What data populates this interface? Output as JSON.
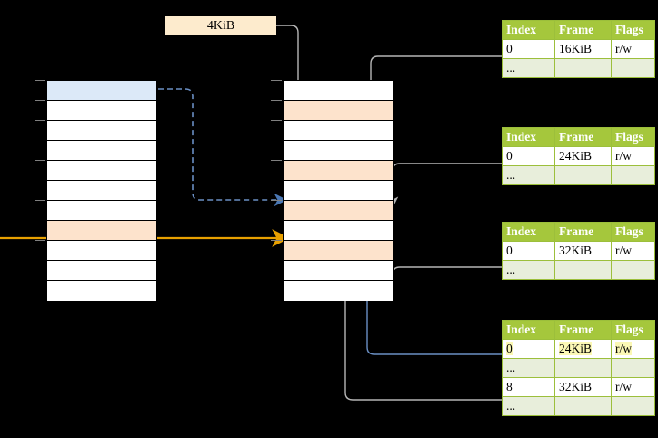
{
  "diagram": {
    "title": "",
    "page_size_label": "4KiB",
    "colors": {
      "header_green": "#a5c73c",
      "row_alt_green": "#e8eedb",
      "peach": "#fde3cc",
      "blue": "#dce9f8",
      "highlight_yellow": "#fbf8b5",
      "orange_arrow": "#e8a000",
      "blue_arrow": "#4a77b4",
      "gray_wire": "#b0b0b0",
      "background": "#000000"
    }
  },
  "left_column": {
    "name": "virtual-address-space",
    "row_count": 11,
    "rows": [
      {
        "index": 0,
        "fill": "blue",
        "label": ""
      },
      {
        "index": 1,
        "fill": "white",
        "label": ""
      },
      {
        "index": 2,
        "fill": "white",
        "label": ""
      },
      {
        "index": 3,
        "fill": "white",
        "label": ""
      },
      {
        "index": 4,
        "fill": "white",
        "label": ""
      },
      {
        "index": 5,
        "fill": "white",
        "label": ""
      },
      {
        "index": 6,
        "fill": "white",
        "label": ""
      },
      {
        "index": 7,
        "fill": "peach",
        "label": ""
      },
      {
        "index": 8,
        "fill": "white",
        "label": ""
      },
      {
        "index": 9,
        "fill": "white",
        "label": ""
      },
      {
        "index": 10,
        "fill": "white",
        "label": ""
      }
    ],
    "tick_rows": [
      0,
      1,
      2,
      4,
      6,
      8
    ]
  },
  "middle_column": {
    "name": "physical-memory",
    "row_count": 11,
    "rows": [
      {
        "index": 0,
        "fill": "white",
        "label": ""
      },
      {
        "index": 1,
        "fill": "peach",
        "label": ""
      },
      {
        "index": 2,
        "fill": "white",
        "label": ""
      },
      {
        "index": 3,
        "fill": "white",
        "label": ""
      },
      {
        "index": 4,
        "fill": "peach",
        "label": ""
      },
      {
        "index": 5,
        "fill": "white",
        "label": ""
      },
      {
        "index": 6,
        "fill": "peach",
        "label": ""
      },
      {
        "index": 7,
        "fill": "white",
        "label": ""
      },
      {
        "index": 8,
        "fill": "peach",
        "label": ""
      },
      {
        "index": 9,
        "fill": "white",
        "label": ""
      },
      {
        "index": 10,
        "fill": "white",
        "label": ""
      }
    ],
    "tick_rows": [
      0,
      1,
      2,
      4,
      6,
      8
    ]
  },
  "tables": [
    {
      "name": "page-table-1",
      "headers": [
        "Index",
        "Frame",
        "Flags"
      ],
      "rows": [
        {
          "cells": [
            "0",
            "16KiB",
            "r/w"
          ],
          "alt": false,
          "highlight": [
            false,
            false,
            false
          ]
        },
        {
          "cells": [
            "...",
            "",
            ""
          ],
          "alt": true,
          "highlight": [
            false,
            false,
            false
          ]
        }
      ]
    },
    {
      "name": "page-table-2",
      "headers": [
        "Index",
        "Frame",
        "Flags"
      ],
      "rows": [
        {
          "cells": [
            "0",
            "24KiB",
            "r/w"
          ],
          "alt": false,
          "highlight": [
            false,
            false,
            false
          ]
        },
        {
          "cells": [
            "...",
            "",
            ""
          ],
          "alt": true,
          "highlight": [
            false,
            false,
            false
          ]
        }
      ]
    },
    {
      "name": "page-table-3",
      "headers": [
        "Index",
        "Frame",
        "Flags"
      ],
      "rows": [
        {
          "cells": [
            "0",
            "32KiB",
            "r/w"
          ],
          "alt": false,
          "highlight": [
            false,
            false,
            false
          ]
        },
        {
          "cells": [
            "...",
            "",
            ""
          ],
          "alt": true,
          "highlight": [
            false,
            false,
            false
          ]
        }
      ]
    },
    {
      "name": "page-table-4",
      "headers": [
        "Index",
        "Frame",
        "Flags"
      ],
      "rows": [
        {
          "cells": [
            "0",
            "24KiB",
            "r/w"
          ],
          "alt": false,
          "highlight": [
            true,
            true,
            true
          ]
        },
        {
          "cells": [
            "...",
            "",
            ""
          ],
          "alt": true,
          "highlight": [
            false,
            false,
            false
          ]
        },
        {
          "cells": [
            "8",
            "32KiB",
            "r/w"
          ],
          "alt": false,
          "highlight": [
            false,
            false,
            false
          ]
        },
        {
          "cells": [
            "...",
            "",
            ""
          ],
          "alt": true,
          "highlight": [
            false,
            false,
            false
          ]
        }
      ]
    }
  ]
}
